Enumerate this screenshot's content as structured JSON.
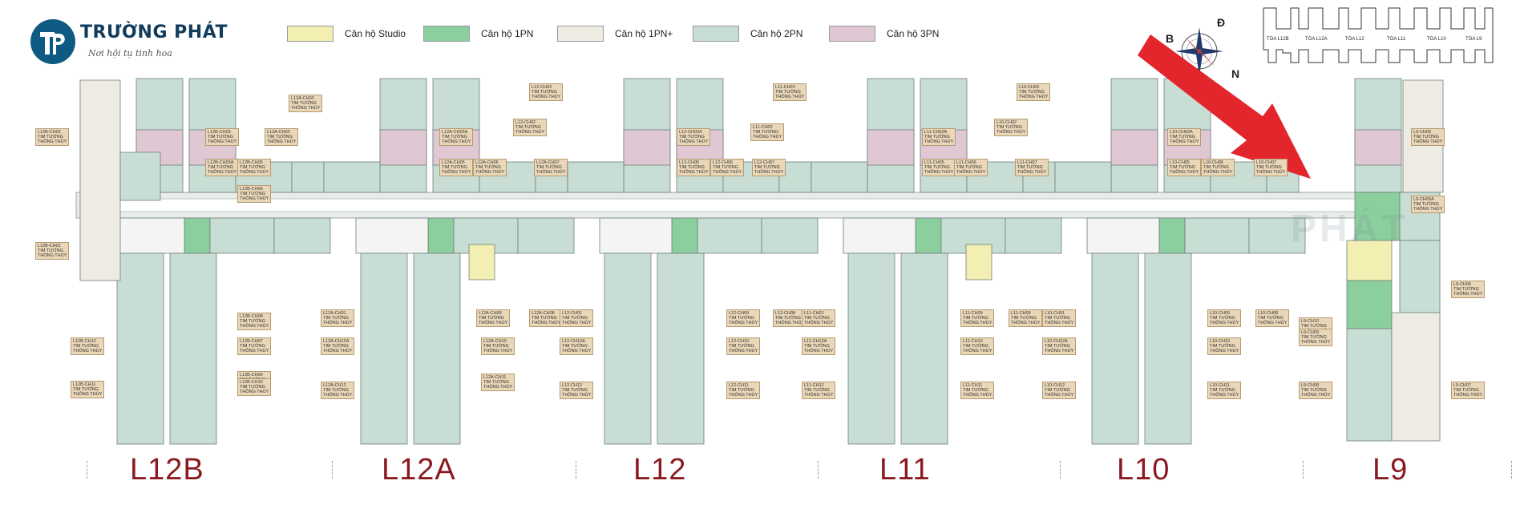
{
  "brand": {
    "name": "TRƯỜNG PHÁT",
    "tagline": "Nơi hội tụ tinh hoa",
    "watermark": "PHÁT"
  },
  "legend": [
    {
      "label": "Căn hộ Studio",
      "color": "#f3efb3"
    },
    {
      "label": "Căn hộ 1PN",
      "color": "#8ccf9f"
    },
    {
      "label": "Căn hộ 1PN+",
      "color": "#eeece2"
    },
    {
      "label": "Căn hộ 2PN",
      "color": "#c8ddd4"
    },
    {
      "label": "Căn hộ 3PN",
      "color": "#dfc7d4"
    }
  ],
  "compass": {
    "north": "N",
    "east": "Đ",
    "west": "B"
  },
  "key_map": [
    "TÒA L12B",
    "TÒA L12A",
    "TÒA L12",
    "TÒA L11",
    "TÒA L10",
    "TÒA L9"
  ],
  "towers": [
    "L12B",
    "L12A",
    "L12",
    "L11",
    "L10",
    "L9"
  ],
  "colors": {
    "tower_label": "#8a1a1f",
    "arrow": "#e3262b",
    "corridor": "#ffffff",
    "unit_2pn": "#c8ddd4",
    "unit_3pn": "#dfc7d4",
    "unit_1pn": "#8ccf9f",
    "unit_studio": "#f3efb3",
    "unit_1pn_plus": "#eeece2"
  },
  "tags": [
    {
      "code": "L12B-CH02",
      "area": "TIM TƯỜNG",
      "net": "THÔNG THỦY"
    },
    {
      "code": "L12B-CH01",
      "area": "TIM TƯỜNG",
      "net": "THÔNG THỦY"
    },
    {
      "code": "L12B-CH03",
      "area": "TIM TƯỜNG",
      "net": "THÔNG THỦY"
    },
    {
      "code": "L12B-CH03A",
      "area": "TIM TƯỜNG",
      "net": "THÔNG THỦY"
    },
    {
      "code": "L12B-CH05",
      "area": "TIM TƯỜNG",
      "net": "THÔNG THỦY"
    },
    {
      "code": "L12B-CH06",
      "area": "TIM TƯỜNG",
      "net": "THÔNG THỦY"
    },
    {
      "code": "L12B-CH12",
      "area": "TIM TƯỜNG",
      "net": "THÔNG THỦY"
    },
    {
      "code": "L12B-CH11",
      "area": "TIM TƯỜNG",
      "net": "THÔNG THỦY"
    },
    {
      "code": "L12B-CH08",
      "area": "TIM TƯỜNG",
      "net": "THÔNG THỦY"
    },
    {
      "code": "L12B-CH07",
      "area": "TIM TƯỜNG",
      "net": "THÔNG THỦY"
    },
    {
      "code": "L12B-CH09",
      "area": "TIM TƯỜNG",
      "net": "THÔNG THỦY"
    },
    {
      "code": "L12B-CH10",
      "area": "TIM TƯỜNG",
      "net": "THÔNG THỦY"
    },
    {
      "code": "L12A-CH03",
      "area": "TIM TƯỜNG",
      "net": "THÔNG THỦY"
    },
    {
      "code": "L12A-CH02",
      "area": "TIM TƯỜNG",
      "net": "THÔNG THỦY"
    },
    {
      "code": "L12A-CH03A",
      "area": "TIM TƯỜNG",
      "net": "THÔNG THỦY"
    },
    {
      "code": "L12A-CH05",
      "area": "TIM TƯỜNG",
      "net": "THÔNG THỦY"
    },
    {
      "code": "L12A-CH06",
      "area": "TIM TƯỜNG",
      "net": "THÔNG THỦY"
    },
    {
      "code": "L12A-CH01",
      "area": "TIM TƯỜNG",
      "net": "THÔNG THỦY"
    },
    {
      "code": "L12A-CH12A",
      "area": "TIM TƯỜNG",
      "net": "THÔNG THỦY"
    },
    {
      "code": "L12A-CH12",
      "area": "TIM TƯỜNG",
      "net": "THÔNG THỦY"
    },
    {
      "code": "L12A-CH10",
      "area": "TIM TƯỜNG",
      "net": "THÔNG THỦY"
    },
    {
      "code": "L12A-CH11",
      "area": "TIM TƯỜNG",
      "net": "THÔNG THỦY"
    },
    {
      "code": "L12A-CH09",
      "area": "TIM TƯỜNG",
      "net": "THÔNG THỦY"
    },
    {
      "code": "L12A-CH08",
      "area": "TIM TƯỜNG",
      "net": "THÔNG THỦY"
    },
    {
      "code": "L12-CH03",
      "area": "TIM TƯỜNG",
      "net": "THÔNG THỦY"
    },
    {
      "code": "L12-CH02",
      "area": "TIM TƯỜNG",
      "net": "THÔNG THỦY"
    },
    {
      "code": "L12-CH03A",
      "area": "TIM TƯỜNG",
      "net": "THÔNG THỦY"
    },
    {
      "code": "L12-CH05",
      "area": "TIM TƯỜNG",
      "net": "THÔNG THỦY"
    },
    {
      "code": "L12-CH06",
      "area": "TIM TƯỜNG",
      "net": "THÔNG THỦY"
    },
    {
      "code": "L12A-CH07",
      "area": "TIM TƯỜNG",
      "net": "THÔNG THỦY"
    },
    {
      "code": "L12-CH01",
      "area": "TIM TƯỜNG",
      "net": "THÔNG THỦY"
    },
    {
      "code": "L12-CH12A",
      "area": "TIM TƯỜNG",
      "net": "THÔNG THỦY"
    },
    {
      "code": "L12-CH12",
      "area": "TIM TƯỜNG",
      "net": "THÔNG THỦY"
    },
    {
      "code": "L12-CH09",
      "area": "TIM TƯỜNG",
      "net": "THÔNG THỦY"
    },
    {
      "code": "L12-CH08",
      "area": "TIM TƯỜNG",
      "net": "THÔNG THỦY"
    },
    {
      "code": "L12-CH10",
      "area": "TIM TƯỜNG",
      "net": "THÔNG THỦY"
    },
    {
      "code": "L12-CH11",
      "area": "TIM TƯỜNG",
      "net": "THÔNG THỦY"
    },
    {
      "code": "L11-CH03",
      "area": "TIM TƯỜNG",
      "net": "THÔNG THỦY"
    },
    {
      "code": "L11-CH02",
      "area": "TIM TƯỜNG",
      "net": "THÔNG THỦY"
    },
    {
      "code": "L12-CH07",
      "area": "TIM TƯỜNG",
      "net": "THÔNG THỦY"
    },
    {
      "code": "L11-CH03A",
      "area": "TIM TƯỜNG",
      "net": "THÔNG THỦY"
    },
    {
      "code": "L11-CH05",
      "area": "TIM TƯỜNG",
      "net": "THÔNG THỦY"
    },
    {
      "code": "L11-CH06",
      "area": "TIM TƯỜNG",
      "net": "THÔNG THỦY"
    },
    {
      "code": "L11-CH01",
      "area": "TIM TƯỜNG",
      "net": "THÔNG THỦY"
    },
    {
      "code": "L11-CH12A",
      "area": "TIM TƯỜNG",
      "net": "THÔNG THỦY"
    },
    {
      "code": "L11-CH12",
      "area": "TIM TƯỜNG",
      "net": "THÔNG THỦY"
    },
    {
      "code": "L11-CH09",
      "area": "TIM TƯỜNG",
      "net": "THÔNG THỦY"
    },
    {
      "code": "L11-CH10",
      "area": "TIM TƯỜNG",
      "net": "THÔNG THỦY"
    },
    {
      "code": "L11-CH11",
      "area": "TIM TƯỜNG",
      "net": "THÔNG THỦY"
    },
    {
      "code": "L11-CH08",
      "area": "TIM TƯỜNG",
      "net": "THÔNG THỦY"
    },
    {
      "code": "L10-CH03",
      "area": "TIM TƯỜNG",
      "net": "THÔNG THỦY"
    },
    {
      "code": "L10-CH02",
      "area": "TIM TƯỜNG",
      "net": "THÔNG THỦY"
    },
    {
      "code": "L11-CH07",
      "area": "TIM TƯỜNG",
      "net": "THÔNG THỦY"
    },
    {
      "code": "L10-CH03A",
      "area": "TIM TƯỜNG",
      "net": "THÔNG THỦY"
    },
    {
      "code": "L10-CH05",
      "area": "TIM TƯỜNG",
      "net": "THÔNG THỦY"
    },
    {
      "code": "L10-CH06",
      "area": "TIM TƯỜNG",
      "net": "THÔNG THỦY"
    },
    {
      "code": "L10-CH01",
      "area": "TIM TƯỜNG",
      "net": "THÔNG THỦY"
    },
    {
      "code": "L10-CH12A",
      "area": "TIM TƯỜNG",
      "net": "THÔNG THỦY"
    },
    {
      "code": "L10-CH12",
      "area": "TIM TƯỜNG",
      "net": "THÔNG THỦY"
    },
    {
      "code": "L10-CH09",
      "area": "TIM TƯỜNG",
      "net": "THÔNG THỦY"
    },
    {
      "code": "L10-CH10",
      "area": "TIM TƯỜNG",
      "net": "THÔNG THỦY"
    },
    {
      "code": "L10-CH11",
      "area": "TIM TƯỜNG",
      "net": "THÔNG THỦY"
    },
    {
      "code": "L10-CH08",
      "area": "TIM TƯỜNG",
      "net": "THÔNG THỦY"
    },
    {
      "code": "L10-CH07",
      "area": "TIM TƯỜNG",
      "net": "THÔNG THỦY"
    },
    {
      "code": "L9-CH05",
      "area": "TIM TƯỜNG",
      "net": "THÔNG THỦY"
    },
    {
      "code": "L9-CH05A",
      "area": "TIM TƯỜNG",
      "net": "THÔNG THỦY"
    },
    {
      "code": "L9-CH06",
      "area": "TIM TƯỜNG",
      "net": "THÔNG THỦY"
    },
    {
      "code": "L9-CH10",
      "area": "TIM TƯỜNG",
      "net": "THÔNG THỦY"
    },
    {
      "code": "L9-CH09",
      "area": "TIM TƯỜNG",
      "net": "THÔNG THỦY"
    },
    {
      "code": "L9-CH08",
      "area": "TIM TƯỜNG",
      "net": "THÔNG THỦY"
    },
    {
      "code": "L9-CH07",
      "area": "TIM TƯỜNG",
      "net": "THÔNG THỦY"
    }
  ]
}
